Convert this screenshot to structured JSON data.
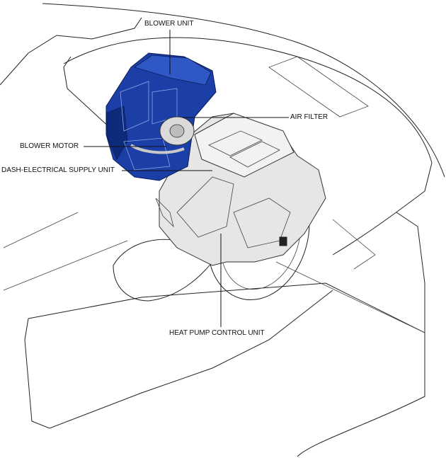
{
  "colors": {
    "blower_unit_fill": "#1b3fa6",
    "blower_unit_dark": "#0e2a7a",
    "gray_part_fill": "#e4e4e4",
    "line": "#222222"
  },
  "labels": {
    "blower_unit": "BLOWER UNIT",
    "air_filter": "AIR FILTER",
    "blower_motor": "BLOWER MOTOR",
    "dash_electrical_supply_unit": "DASH-ELECTRICAL SUPPLY UNIT",
    "heat_pump_control_unit": "HEAT PUMP CONTROL UNIT"
  }
}
